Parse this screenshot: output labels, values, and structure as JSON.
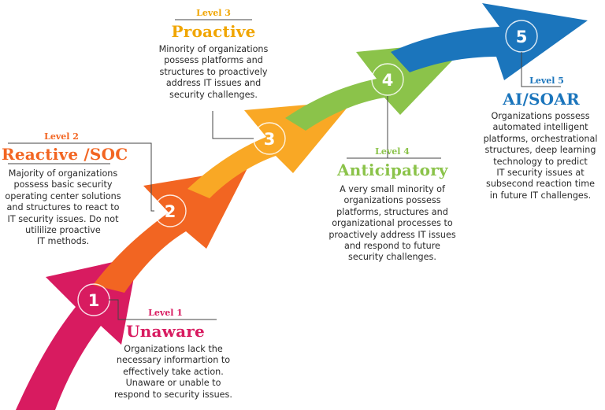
{
  "colors": {
    "level1": "#d81b60",
    "level2": "#f26522",
    "level3": "#f9a825",
    "level4": "#8bc34a",
    "level5": "#1b75bc",
    "text": "#2a2a2a",
    "connector": "#444444"
  },
  "levels": [
    {
      "number": "1",
      "label": "Level 1",
      "title": "Unaware",
      "description": [
        "Organizations lack the",
        "necessary informartion to",
        "effectively take action.",
        "Unaware or unable to",
        "respond to security issues."
      ]
    },
    {
      "number": "2",
      "label": "Level 2",
      "title": "Reactive /SOC",
      "description": [
        "Majority of organizations",
        "possess basic security",
        "operating center solutions",
        "and structures to react to",
        "IT security issues. Do not",
        "utililize proactive",
        "IT methods."
      ]
    },
    {
      "number": "3",
      "label": "Level 3",
      "title": "Proactive",
      "description": [
        "Minority of organizations",
        "possess platforms and",
        "structures to proactively",
        "address IT issues and",
        "security challenges."
      ]
    },
    {
      "number": "4",
      "label": "Level 4",
      "title": "Anticipatory",
      "description": [
        "A very small minority of",
        "organizations possess",
        "platforms, structures and",
        "organizational processes to",
        "proactively address IT issues",
        "and respond to future",
        "security challenges."
      ]
    },
    {
      "number": "5",
      "label": "Level 5",
      "title": "AI/SOAR",
      "description": [
        "Organizations possess",
        "automated intelligent",
        "platforms, orchestrational",
        "structures, deep learning",
        "technology to predict",
        "IT security issues at",
        "subsecond reaction time",
        "in future IT challenges."
      ]
    }
  ]
}
